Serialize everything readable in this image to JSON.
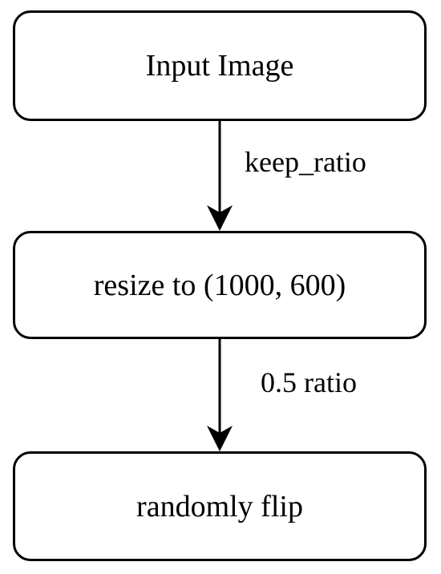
{
  "diagram": {
    "nodes": [
      {
        "id": "input-image",
        "label": "Input Image"
      },
      {
        "id": "resize",
        "label": "resize to (1000, 600)"
      },
      {
        "id": "random-flip",
        "label": "randomly flip"
      }
    ],
    "edges": [
      {
        "from": "input-image",
        "to": "resize",
        "label": "keep_ratio"
      },
      {
        "from": "resize",
        "to": "random-flip",
        "label": "0.5 ratio"
      }
    ]
  }
}
